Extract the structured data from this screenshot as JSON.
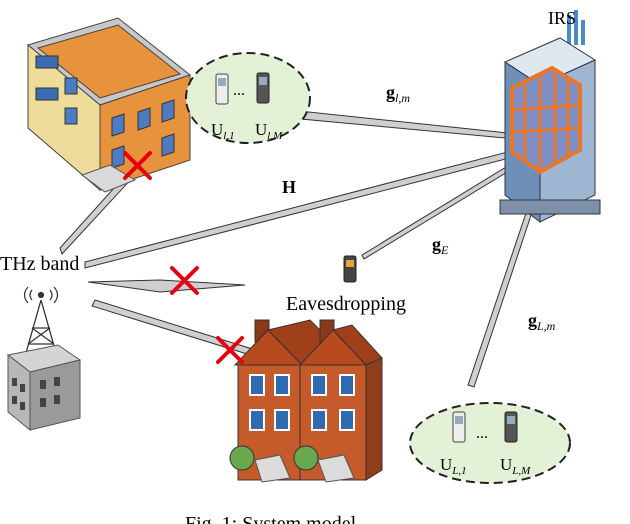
{
  "labels": {
    "irs": "IRS",
    "thz_band": "THz band",
    "eavesdropping": "Eavesdropping",
    "caption": "Fig. 1: System model."
  },
  "channels": {
    "g_lm": {
      "main": "g",
      "sub": "l,m"
    },
    "h": {
      "main": "H"
    },
    "g_e": {
      "main": "g",
      "sub": "E"
    },
    "g_Lm": {
      "main": "g",
      "sub": "L,m"
    }
  },
  "users": {
    "group_l": {
      "first": {
        "main": "U",
        "sub": "l,1"
      },
      "last": {
        "main": "U",
        "sub": "l,M"
      },
      "ellipsis": "..."
    },
    "group_L": {
      "first": {
        "main": "U",
        "sub": "L,1"
      },
      "last": {
        "main": "U",
        "sub": "L,M"
      },
      "ellipsis": "..."
    }
  },
  "colors": {
    "beam": "#cfcfcf",
    "blocked_mark": "#e4000f",
    "user_ellipse": "#e3f2d6",
    "irs_panel": "#7e8fc8",
    "irs_frame": "#e8772a",
    "building_orange": "#e7923d",
    "house_brick": "#c55a2a"
  }
}
